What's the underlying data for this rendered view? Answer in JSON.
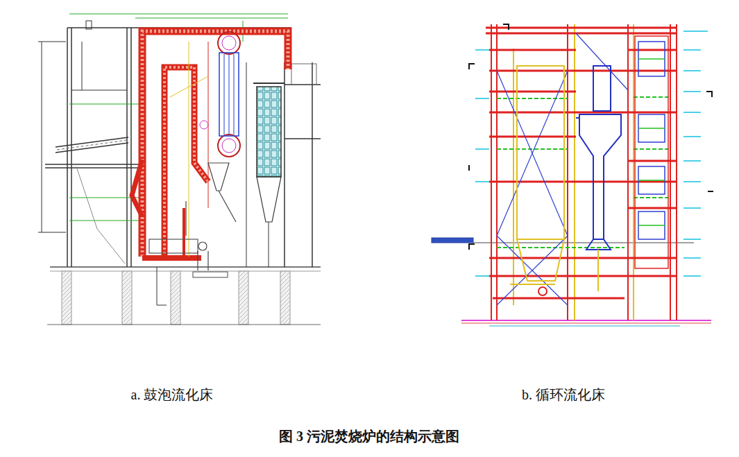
{
  "diagram": {
    "caption": "图 3 污泥焚烧炉的结构示意图",
    "labels": [
      "a. 鼓泡流化床",
      "b. 循环流化床"
    ]
  }
}
